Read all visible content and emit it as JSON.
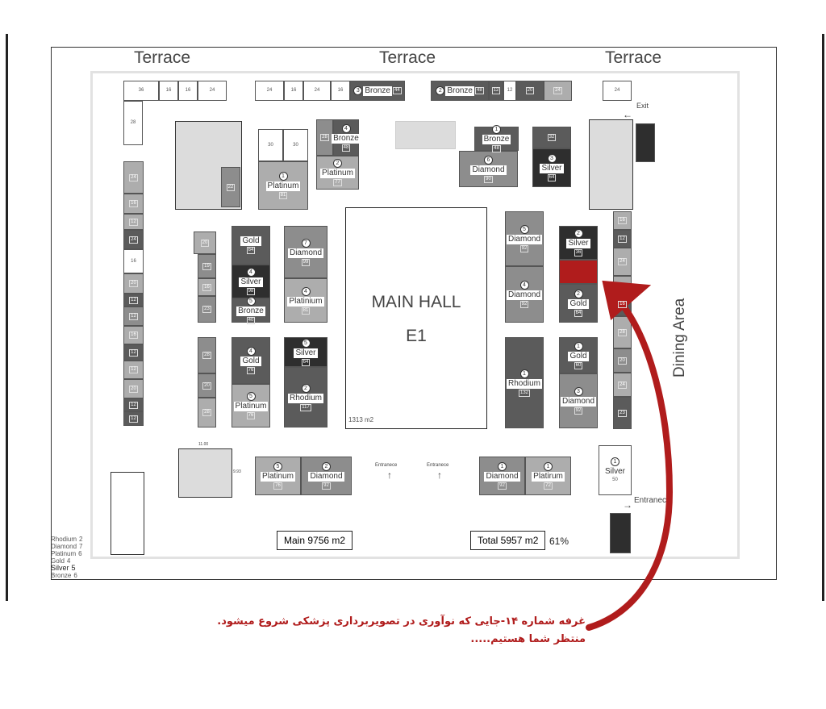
{
  "terrace_labels": [
    "Terrace",
    "Terrace",
    "Terrace"
  ],
  "main_hall": {
    "title": "MAIN HALL",
    "code": "E1",
    "area": "1313 m2"
  },
  "dining_area": "Dining Area",
  "exit_label": "Exit",
  "entrance_labels": [
    "Entranece",
    "Entranece",
    "Entranece"
  ],
  "dimensions": [
    "11.00",
    "9.93"
  ],
  "summary": {
    "main": "Main 9756 m2",
    "total": "Total 5957 m2",
    "percent": "61%"
  },
  "legend": [
    {
      "tier": "Rhodium",
      "count": "2"
    },
    {
      "tier": "Diamond",
      "count": "7"
    },
    {
      "tier": "Platinum",
      "count": "6"
    },
    {
      "tier": "Gold",
      "count": "4"
    },
    {
      "tier": "Silver",
      "count": "5"
    },
    {
      "tier": "Bronze",
      "count": "6"
    }
  ],
  "highlight_color": "#b01c1c",
  "booths": [
    {
      "tier": "",
      "num": "",
      "size": "36",
      "shade": "white"
    },
    {
      "tier": "",
      "num": "",
      "size": "16",
      "shade": "white"
    },
    {
      "tier": "",
      "num": "",
      "size": "16",
      "shade": "white"
    },
    {
      "tier": "",
      "num": "",
      "size": "24",
      "shade": "white"
    },
    {
      "tier": "",
      "num": "",
      "size": "28",
      "shade": "white"
    },
    {
      "tier": "",
      "num": "",
      "size": "24",
      "shade": "white"
    },
    {
      "tier": "",
      "num": "",
      "size": "16",
      "shade": "white"
    },
    {
      "tier": "",
      "num": "",
      "size": "24",
      "shade": "white"
    },
    {
      "tier": "",
      "num": "",
      "size": "16",
      "shade": "white"
    },
    {
      "tier": "Bronze",
      "num": "3",
      "size": "44",
      "shade": "dark"
    },
    {
      "tier": "Bronze",
      "num": "2",
      "size": "48",
      "shade": "dark"
    },
    {
      "tier": "",
      "num": "",
      "size": "12",
      "shade": "dark"
    },
    {
      "tier": "",
      "num": "",
      "size": "12",
      "shade": "white"
    },
    {
      "tier": "",
      "num": "",
      "size": "20",
      "shade": "dark"
    },
    {
      "tier": "",
      "num": "",
      "size": "24",
      "shade": "light"
    },
    {
      "tier": "",
      "num": "",
      "size": "24",
      "shade": "white"
    },
    {
      "tier": "",
      "num": "",
      "size": "22",
      "shade": "mid"
    },
    {
      "tier": "",
      "num": "",
      "size": "30",
      "shade": "white"
    },
    {
      "tier": "",
      "num": "",
      "size": "30",
      "shade": "white"
    },
    {
      "tier": "Platinum",
      "num": "1",
      "size": "81",
      "shade": "light"
    },
    {
      "tier": "",
      "num": "",
      "size": "28",
      "shade": "mid"
    },
    {
      "tier": "Bronze",
      "num": "4",
      "size": "48",
      "shade": "dark"
    },
    {
      "tier": "Platinum",
      "num": "2",
      "size": "77",
      "shade": "light"
    },
    {
      "tier": "Bronze",
      "num": "1",
      "size": "48",
      "shade": "dark"
    },
    {
      "tier": "Diamond",
      "num": "6",
      "size": "90",
      "shade": "mid"
    },
    {
      "tier": "",
      "num": "",
      "size": "32",
      "shade": "dark"
    },
    {
      "tier": "Silver",
      "num": "3",
      "size": "64",
      "shade": "black"
    },
    {
      "tier": "",
      "num": "",
      "size": "20",
      "shade": "light"
    },
    {
      "tier": "",
      "num": "",
      "size": "19",
      "shade": "mid"
    },
    {
      "tier": "",
      "num": "",
      "size": "16",
      "shade": "light"
    },
    {
      "tier": "",
      "num": "",
      "size": "23",
      "shade": "mid"
    },
    {
      "tier": "Gold",
      "num": "",
      "size": "64",
      "shade": "dark"
    },
    {
      "tier": "Silver",
      "num": "4",
      "size": "98",
      "shade": "black"
    },
    {
      "tier": "Bronze",
      "num": "5",
      "size": "40",
      "shade": "dark"
    },
    {
      "tier": "Diamond",
      "num": "7",
      "size": "99",
      "shade": "mid"
    },
    {
      "tier": "Platinium",
      "num": "4",
      "size": "81",
      "shade": "light"
    },
    {
      "tier": "",
      "num": "",
      "size": "28",
      "shade": "mid"
    },
    {
      "tier": "",
      "num": "",
      "size": "20",
      "shade": "mid"
    },
    {
      "tier": "",
      "num": "",
      "size": "28",
      "shade": "light"
    },
    {
      "tier": "Gold",
      "num": "4",
      "size": "76",
      "shade": "dark"
    },
    {
      "tier": "Platinum",
      "num": "5",
      "size": "76",
      "shade": "light"
    },
    {
      "tier": "Silver",
      "num": "5",
      "size": "64",
      "shade": "black"
    },
    {
      "tier": "Rhodium",
      "num": "2",
      "size": "117",
      "shade": "dark"
    },
    {
      "tier": "Diamond",
      "num": "5",
      "size": "92",
      "shade": "mid"
    },
    {
      "tier": "Diamond",
      "num": "4",
      "size": "92",
      "shade": "mid"
    },
    {
      "tier": "Silver",
      "num": "2",
      "size": "36",
      "shade": "black"
    },
    {
      "tier": "",
      "num": "",
      "size": "",
      "shade": "red"
    },
    {
      "tier": "Gold",
      "num": "2",
      "size": "64",
      "shade": "dark"
    },
    {
      "tier": "Rhodium",
      "num": "1",
      "size": "132",
      "shade": "dark"
    },
    {
      "tier": "Gold",
      "num": "1",
      "size": "60",
      "shade": "dark"
    },
    {
      "tier": "Diamond",
      "num": "3",
      "size": "92",
      "shade": "mid"
    },
    {
      "tier": "Platinum",
      "num": "5",
      "size": "76",
      "shade": "light"
    },
    {
      "tier": "Diamond",
      "num": "2",
      "size": "92",
      "shade": "mid"
    },
    {
      "tier": "Diamond",
      "num": "1",
      "size": "92",
      "shade": "mid"
    },
    {
      "tier": "Platirum",
      "num": "1",
      "size": "72",
      "shade": "light"
    },
    {
      "tier": "Silver",
      "num": "1",
      "size": "50",
      "shade": "white"
    }
  ],
  "left_column": [
    "24",
    "16",
    "12",
    "24",
    "16",
    "20",
    "12",
    "12",
    "16",
    "12",
    "12",
    "20",
    "12",
    "12"
  ],
  "right_column": [
    "16",
    "12",
    "24",
    "",
    "16",
    "28",
    "20",
    "24",
    "23"
  ],
  "caption": {
    "line1": "غرفه شماره ۱۴-جایی که نوآوری در تصویربرداری پزشکی شروع میشود.",
    "line2": "منتظر شما هستیم....."
  }
}
